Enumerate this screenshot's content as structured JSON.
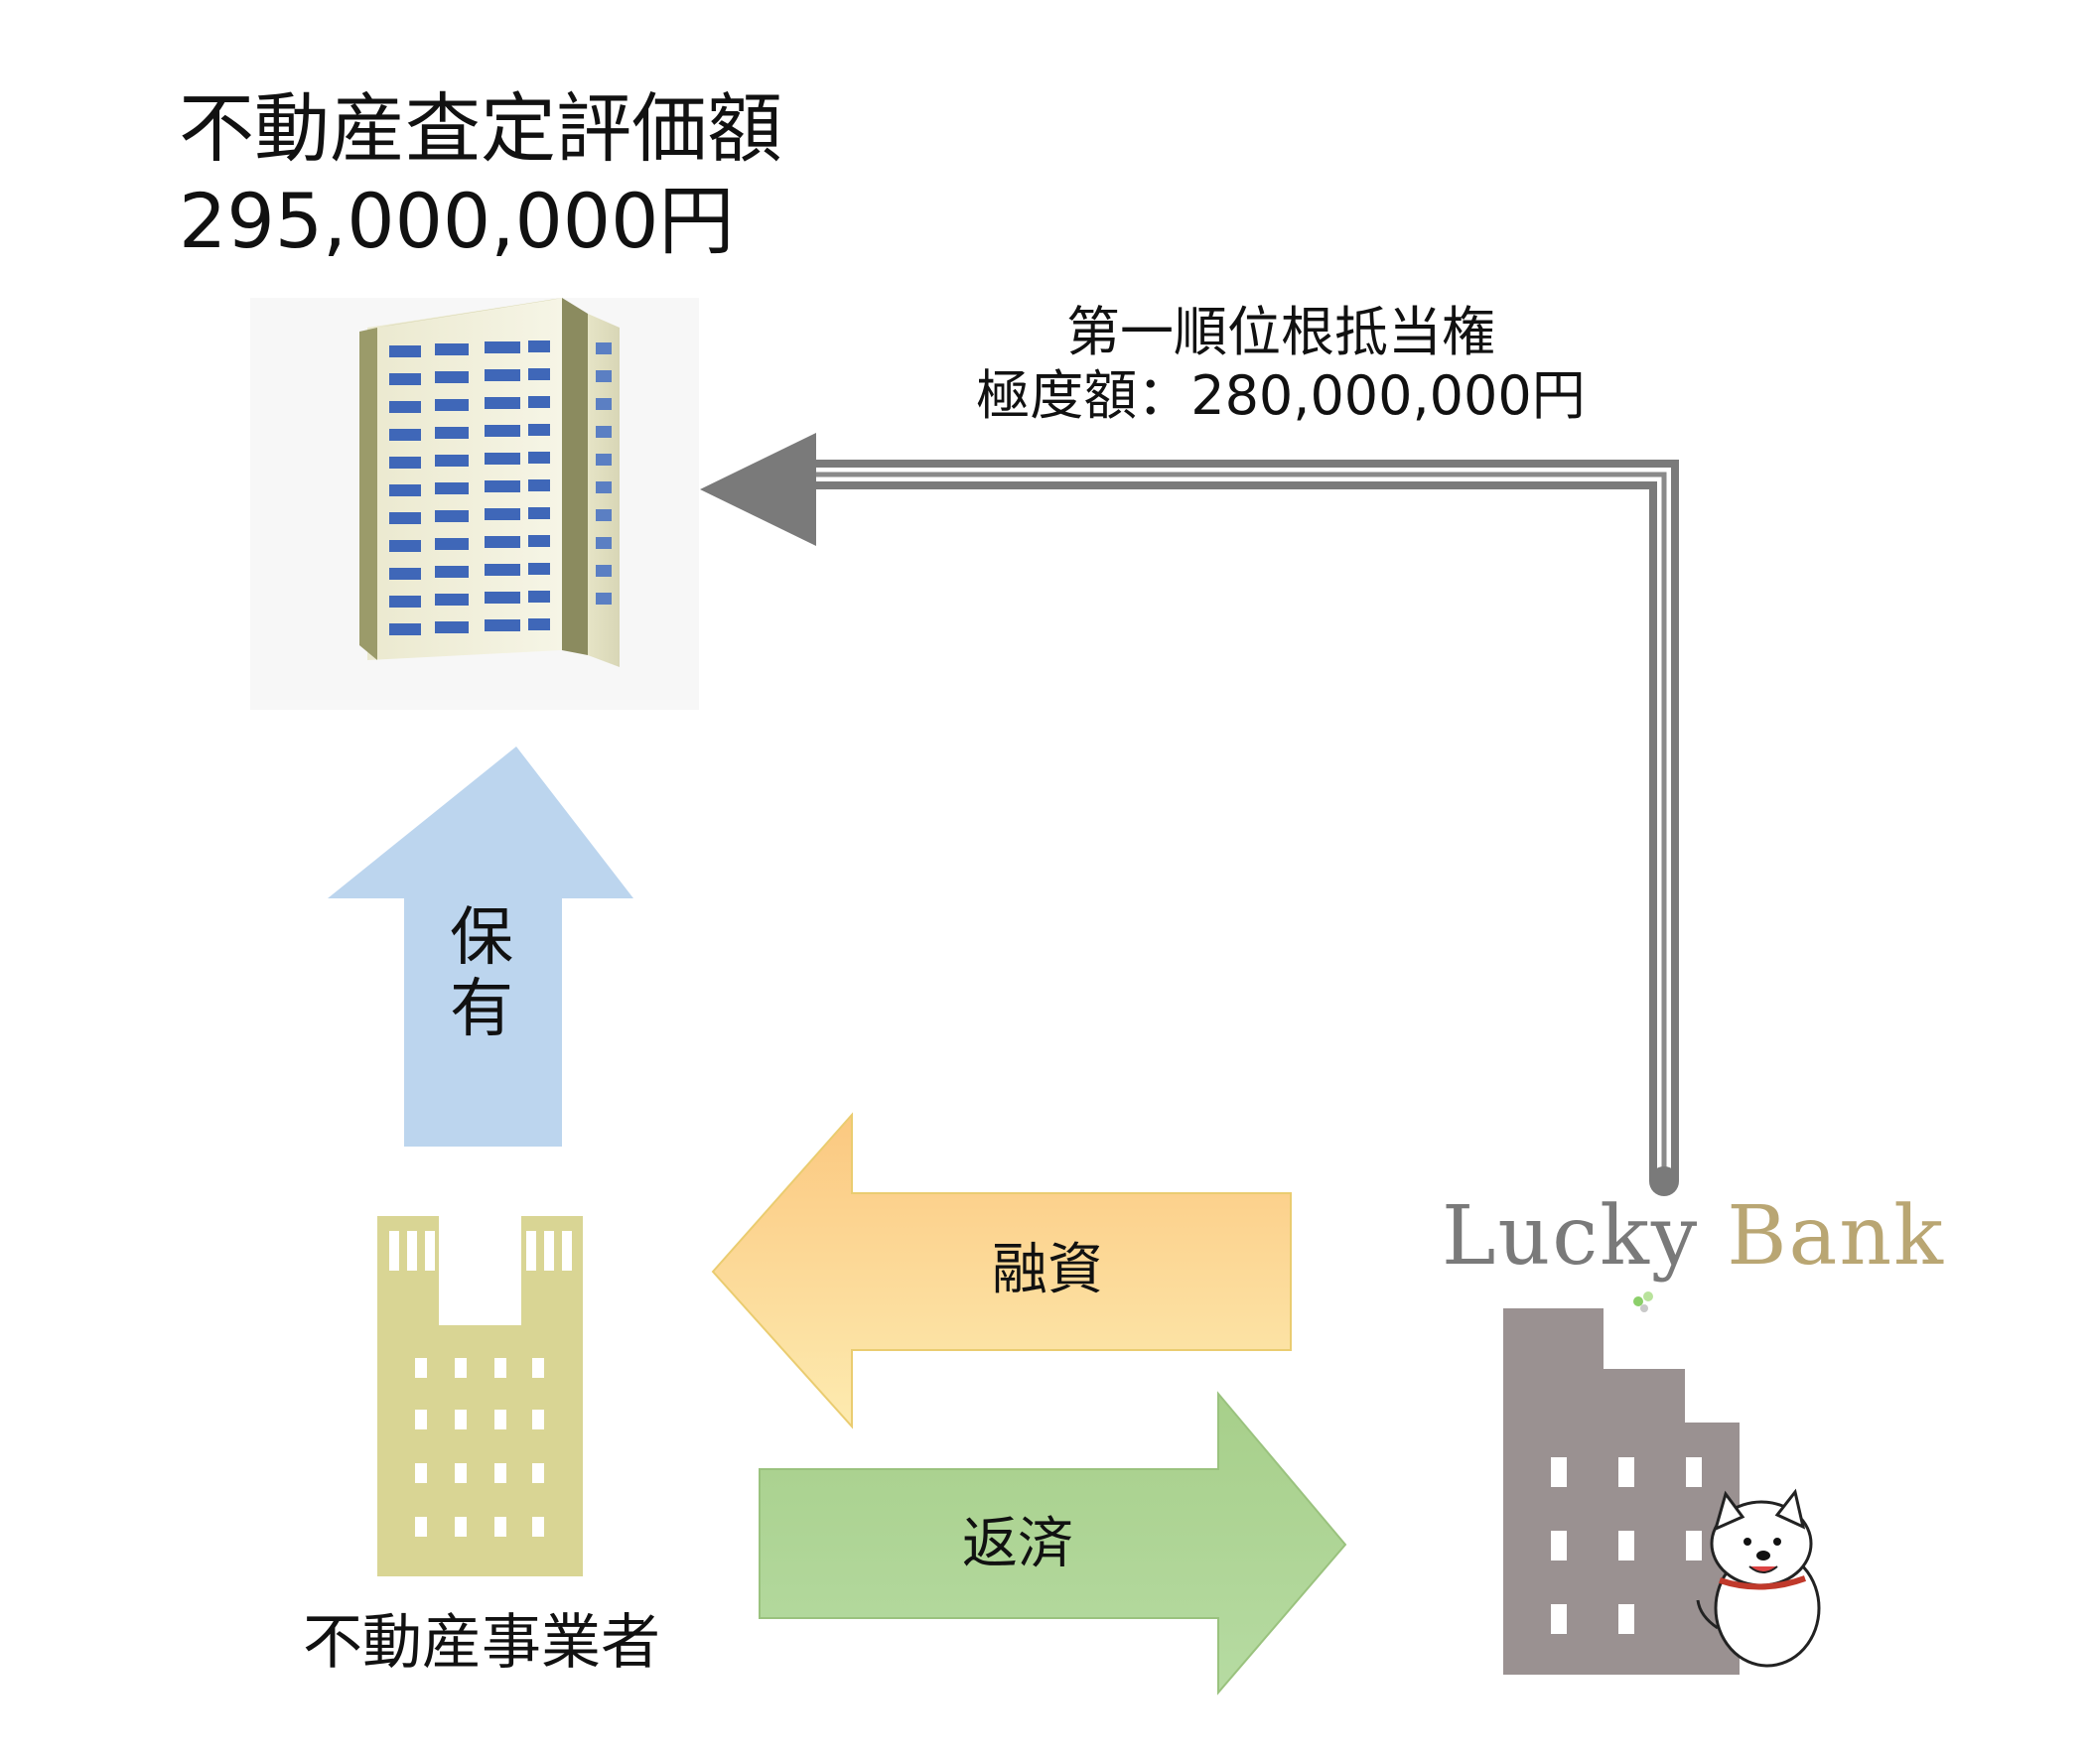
{
  "property": {
    "appraisal_label": "不動産査定評価額",
    "appraisal_amount": "295,000,000円"
  },
  "mortgage": {
    "label": "第一順位根抵当権",
    "limit_line": "極度額：280,000,000円"
  },
  "arrows": {
    "hold_label": "保\n有",
    "loan_label": "融資",
    "repay_label": "返済"
  },
  "owner": {
    "label": "不動産事業者"
  },
  "bank": {
    "logo_word1": "Lucky",
    "logo_word2": "Bank"
  },
  "colors": {
    "hold_arrow": "#bcd5ee",
    "loan_arrow_top": "#fbc880",
    "loan_arrow_bottom": "#fde9a8",
    "repay_arrow_top": "#a9d08e",
    "repay_arrow_bottom": "#b8dca6",
    "mortgage_arrow": "#777777",
    "owner_building": "#d9d594",
    "bank_building": "#9a9191"
  }
}
